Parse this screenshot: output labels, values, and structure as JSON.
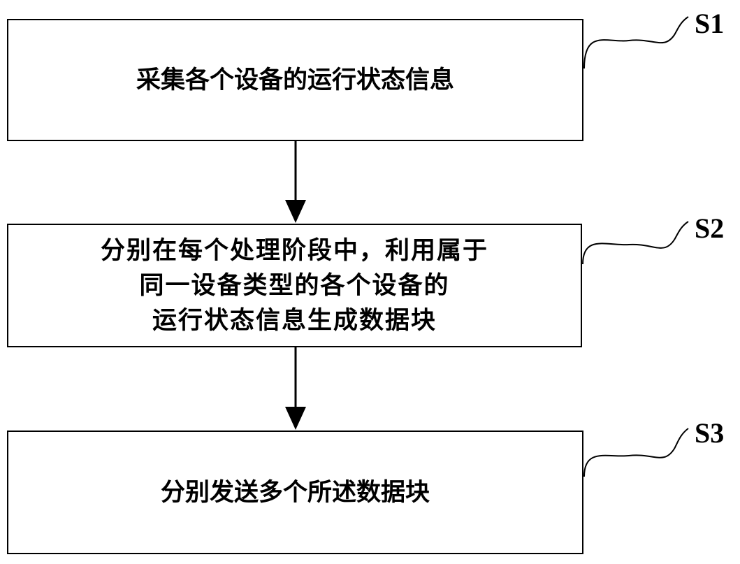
{
  "steps": [
    {
      "id": "S1",
      "lines": [
        "采集各个设备的运行状态信息"
      ]
    },
    {
      "id": "S2",
      "lines": [
        "分别在每个处理阶段中，利用属于",
        "同一设备类型的各个设备的",
        "运行状态信息生成数据块"
      ]
    },
    {
      "id": "S3",
      "lines": [
        "分别发送多个所述数据块"
      ]
    }
  ]
}
